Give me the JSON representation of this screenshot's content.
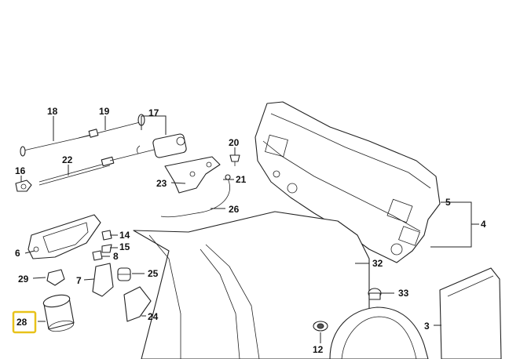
{
  "labels": {
    "p18": "18",
    "p19": "19",
    "p17": "17",
    "p16": "16",
    "p22": "22",
    "p20": "20",
    "p21": "21",
    "p23": "23",
    "p26": "26",
    "p5": "5",
    "p4": "4",
    "p6": "6",
    "p14": "14",
    "p15": "15",
    "p8": "8",
    "p29": "29",
    "p7": "7",
    "p25": "25",
    "p32": "32",
    "p33": "33",
    "p28": "28",
    "p24": "24",
    "p12": "12",
    "p3": "3"
  },
  "colors": {
    "highlight": "#e8c21a",
    "line": "#222222",
    "background": "#ffffff"
  }
}
